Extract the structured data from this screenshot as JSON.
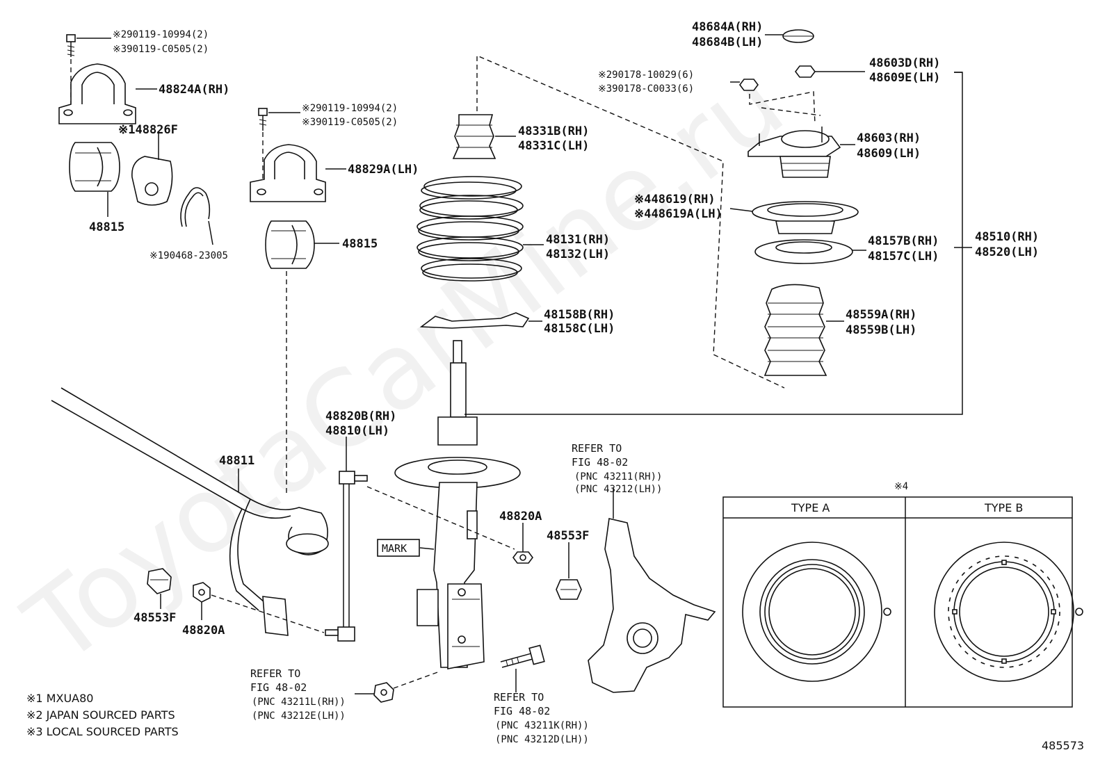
{
  "watermark": "ToyotaCarMine.ru",
  "diagram_id": "485573",
  "labels": {
    "bolt_l_a": "※290119-10994(2)",
    "bolt_l_b": "※390119-C0505(2)",
    "bracket_rh": "48824A(RH)",
    "cover_48826f": "※148826F",
    "bushing_l": "48815",
    "clip": "※190468-23005",
    "bolt_m_a": "※290119-10994(2)",
    "bolt_m_b": "※390119-C0505(2)",
    "bracket_lh": "48829A(LH)",
    "bushing_m": "48815",
    "bumper_a": "48331B(RH)",
    "bumper_b": "48331C(LH)",
    "spring_a": "48131(RH)",
    "spring_b": "48132(LH)",
    "insulator_a": "48158B(RH)",
    "insulator_b": "48158C(LH)",
    "cap_a": "48684A(RH)",
    "cap_b": "48684B(LH)",
    "nut_top_a": "※290178-10029(6)",
    "nut_top_b": "※390178-C0033(6)",
    "locknut_a": "48603D(RH)",
    "locknut_b": "48609E(LH)",
    "support_a": "48603(RH)",
    "support_b": "48609(LH)",
    "bearing_a": "※448619(RH)",
    "bearing_b": "※448619A(LH)",
    "upper_ins_a": "48157B(RH)",
    "upper_ins_b": "48157C(LH)",
    "assy_a": "48510(RH)",
    "assy_b": "48520(LH)",
    "boot_a": "48559A(RH)",
    "boot_b": "48559B(LH)",
    "stabilizer_bar": "48811",
    "link_a": "48820B(RH)",
    "link_b": "48810(LH)",
    "link_nut_top": "48820A",
    "knuckle_nut": "48553F",
    "left_nut_a": "48553F",
    "left_nut_b": "48820A",
    "mark": "MARK",
    "ref_knuckle": [
      "REFER TO",
      "FIG 48-02",
      "(PNC 43211(RH))",
      "(PNC 43212(LH))"
    ],
    "ref_bottom_l": [
      "REFER TO",
      "FIG 48-02",
      "(PNC 43211L(RH))",
      "(PNC 43212E(LH))"
    ],
    "ref_bottom_r": [
      "REFER TO",
      "FIG 48-02",
      "(PNC 43211K(RH))",
      "(PNC 43212D(LH))"
    ]
  },
  "legend": [
    "※1 MXUA80",
    "※2 JAPAN SOURCED PARTS",
    "※3 LOCAL SOURCED PARTS"
  ],
  "type_box": {
    "mark": "※4",
    "type_a": "TYPE A",
    "type_b": "TYPE B"
  }
}
